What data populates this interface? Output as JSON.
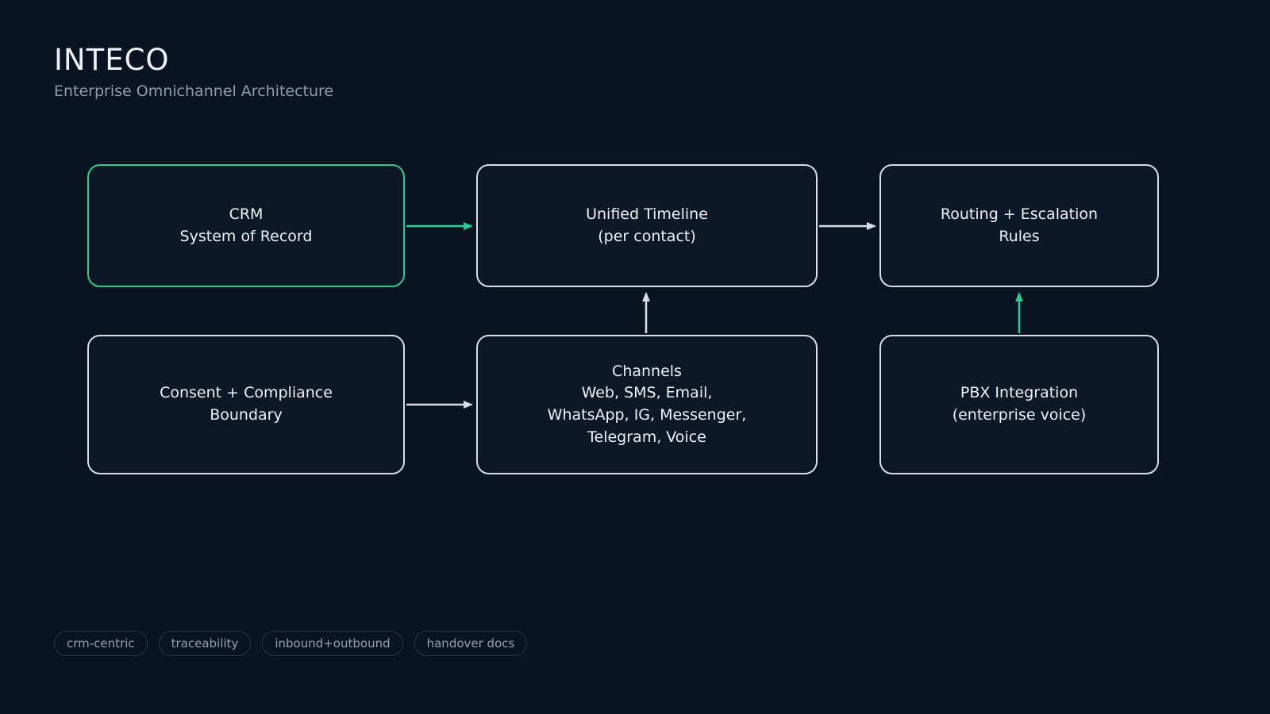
{
  "header": {
    "title": "INTECO",
    "subtitle": "Enterprise Omnichannel Architecture"
  },
  "colors": {
    "background": "#0a1420",
    "accent_green": "#2ecc8e",
    "node_border": "#d8dce6",
    "node_fill": "#0c1826",
    "text": "#eef1f6",
    "muted_text": "#929ca8"
  },
  "diagram": {
    "nodes": {
      "crm": {
        "lines": [
          "CRM",
          "System of Record"
        ],
        "accent": true
      },
      "timeline": {
        "lines": [
          "Unified Timeline",
          "(per contact)"
        ],
        "accent": false
      },
      "routing": {
        "lines": [
          "Routing + Escalation",
          "Rules"
        ],
        "accent": false
      },
      "consent": {
        "lines": [
          "Consent + Compliance",
          "Boundary"
        ],
        "accent": false
      },
      "channels": {
        "lines": [
          "Channels",
          "Web, SMS, Email,",
          "WhatsApp, IG, Messenger,",
          "Telegram, Voice"
        ],
        "accent": false
      },
      "pbx": {
        "lines": [
          "PBX Integration",
          "(enterprise voice)"
        ],
        "accent": false
      }
    },
    "edges": [
      {
        "from": "crm",
        "to": "timeline",
        "color": "green",
        "direction": "right"
      },
      {
        "from": "timeline",
        "to": "routing",
        "color": "light",
        "direction": "right"
      },
      {
        "from": "channels",
        "to": "timeline",
        "color": "light",
        "direction": "up"
      },
      {
        "from": "consent",
        "to": "channels",
        "color": "light",
        "direction": "right"
      },
      {
        "from": "pbx",
        "to": "routing",
        "color": "green",
        "direction": "up"
      }
    ]
  },
  "tags": [
    "crm-centric",
    "traceability",
    "inbound+outbound",
    "handover docs"
  ]
}
